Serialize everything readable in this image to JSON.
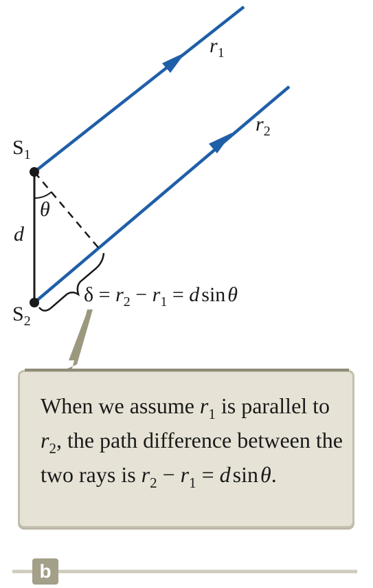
{
  "labels": {
    "s1": "S",
    "s1_sub": "1",
    "s2": "S",
    "s2_sub": "2",
    "d": "d",
    "theta": "θ",
    "r1": "r",
    "r1_sub": "1",
    "r2": "r",
    "r2_sub": "2"
  },
  "equation": {
    "delta": "δ",
    "eq1": " = ",
    "r2": "r",
    "r2_sub": "2",
    "minus": " − ",
    "r1": "r",
    "r1_sub": "1",
    "eq2": " = ",
    "d": "d",
    "sin": "sin",
    "theta": "θ"
  },
  "callout": {
    "part1": "When we assume ",
    "r1": "r",
    "r1_sub": "1",
    "part2": " is parallel to ",
    "r2": "r",
    "r2_sub": "2",
    "part3": ", the path difference between the two rays is ",
    "eq_r2": "r",
    "eq_r2_sub": "2",
    "eq_minus": " − ",
    "eq_r1": "r",
    "eq_r1_sub": "1",
    "eq_eq": " = ",
    "eq_d": "d",
    "eq_sin": "sin",
    "eq_theta": "θ",
    "period": "."
  },
  "panel_label": "b",
  "colors": {
    "ray": "#1f5fa8",
    "ink": "#1a1a1a",
    "callout_bg": "#e6e3d6",
    "callout_border": "#c2bfae",
    "pointer": "#9c987f",
    "rule": "#cfccbd",
    "label_bg": "#a39f88"
  }
}
